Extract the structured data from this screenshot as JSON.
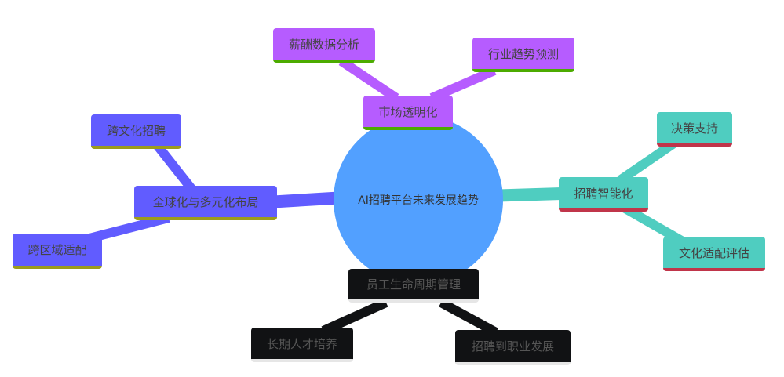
{
  "root": "AI招聘平台未来发展趋势",
  "branches": [
    {
      "label": "市场透明化",
      "color": "#b65cff",
      "children": [
        "薪酬数据分析",
        "行业趋势预测"
      ]
    },
    {
      "label": "招聘智能化",
      "color": "#4fcdc0",
      "children": [
        "决策支持",
        "文化适配评估"
      ]
    },
    {
      "label": "全球化与多元化布局",
      "color": "#615cff",
      "children": [
        "跨文化招聘",
        "跨区域适配"
      ]
    },
    {
      "label": "员工生命周期管理",
      "color": "#111214",
      "children": [
        "长期人才培养",
        "招聘到职业发展"
      ]
    }
  ]
}
